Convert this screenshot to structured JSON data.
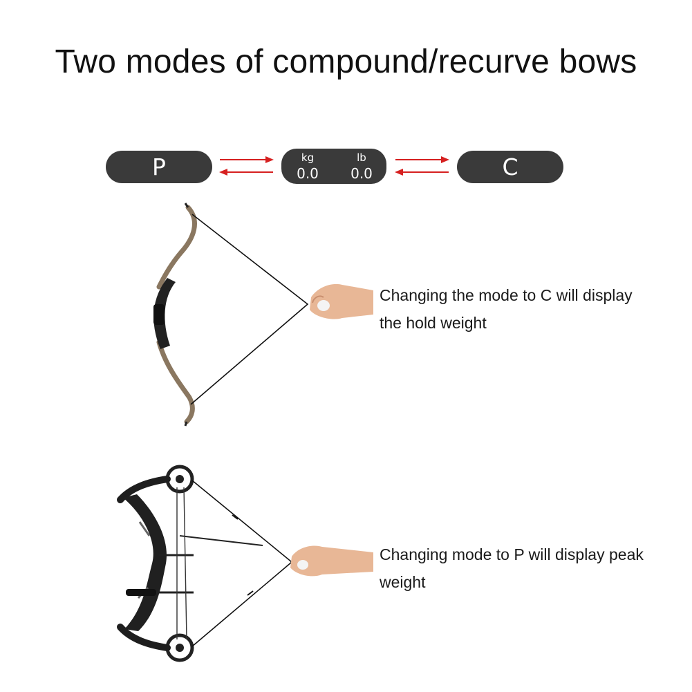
{
  "title": "Two modes of compound/recurve bows",
  "mode_p": "P",
  "mode_c": "C",
  "display": {
    "kg_unit": "kg",
    "kg_value": "0.0",
    "lb_unit": "lb",
    "lb_value": "0.0"
  },
  "captions": {
    "recurve_line1": "Changing the mode to C will display",
    "recurve_line2": "the hold weight",
    "compound_line1": "Changing mode to P will display peak",
    "compound_line2": "weight"
  },
  "colors": {
    "pill": "#3a3a3a",
    "arrow": "#d62020",
    "text": "#111111"
  }
}
